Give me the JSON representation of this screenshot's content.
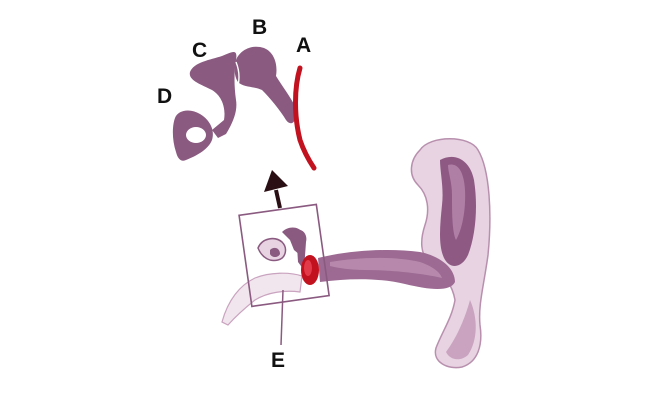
{
  "labels": {
    "a": "A",
    "b": "B",
    "c": "C",
    "d": "D",
    "e": "E"
  },
  "colors": {
    "bone": "#8a5a80",
    "bone_light": "#b07fa6",
    "ear_light": "#e8d3e2",
    "ear_mid": "#c9a3bf",
    "ear_dark": "#8e5a84",
    "eardrum": "#c3121f",
    "box_border": "#8a5a80",
    "arrow": "#2a0f14"
  }
}
